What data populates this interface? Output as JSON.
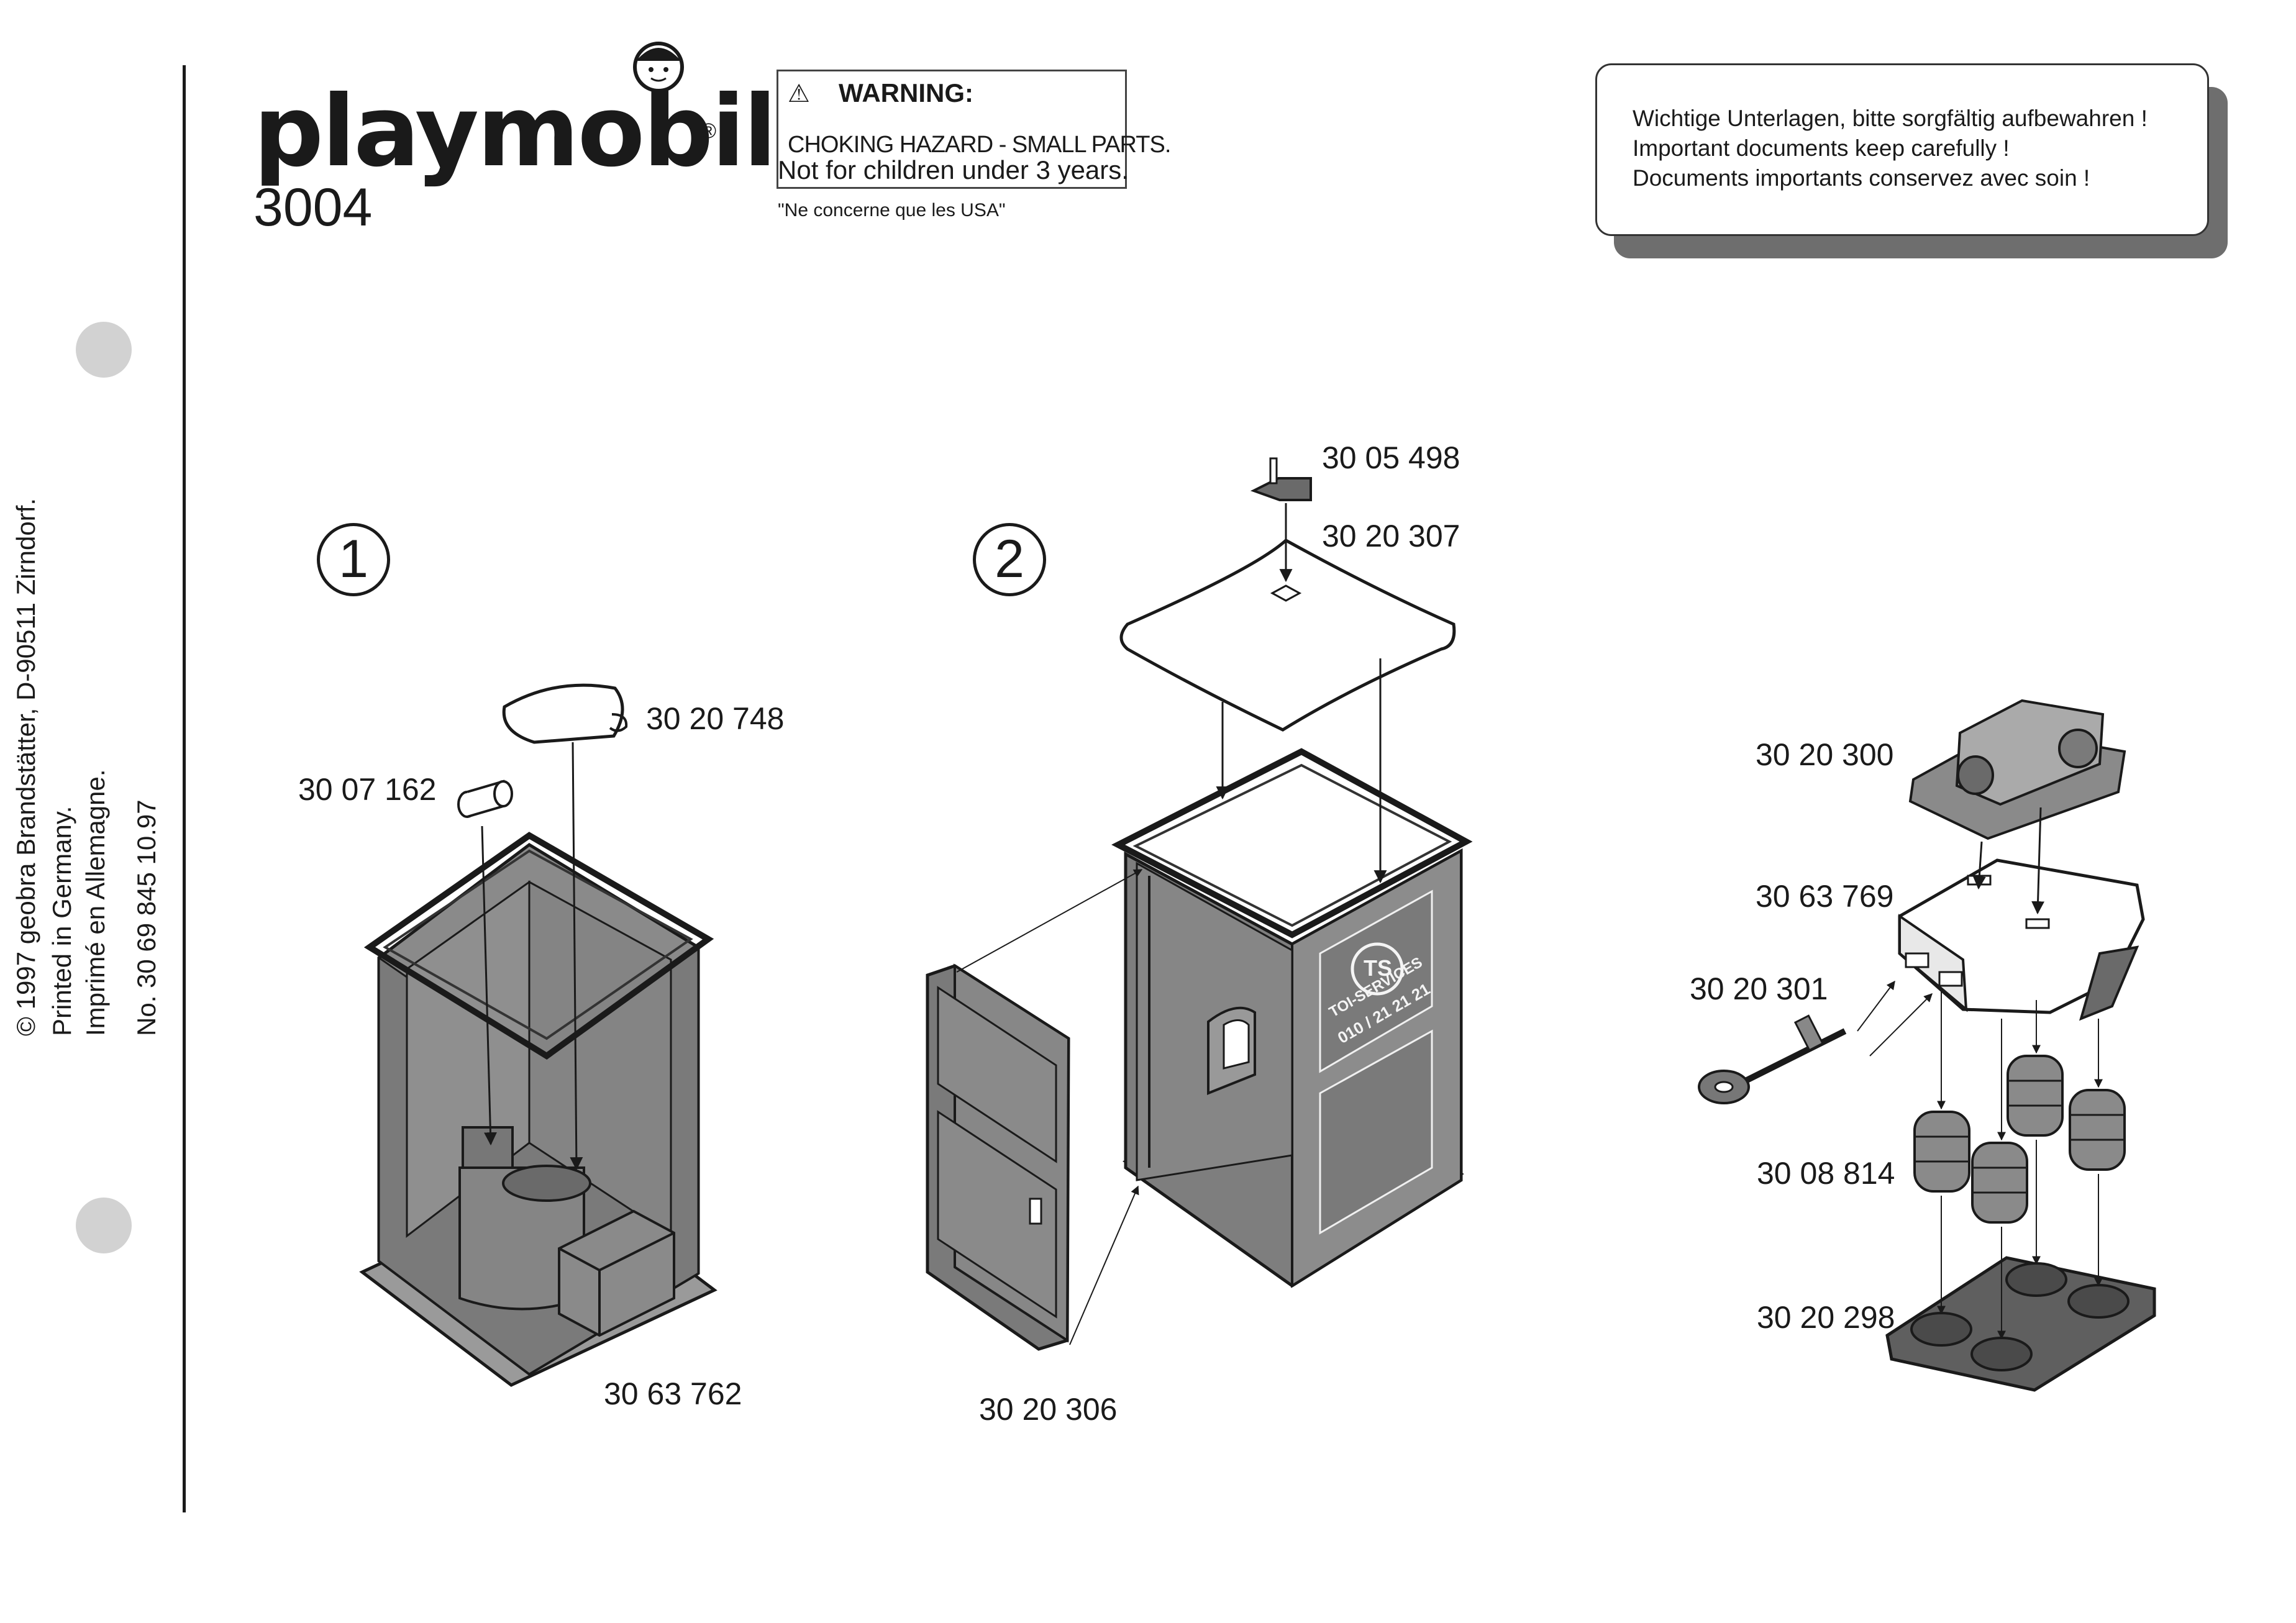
{
  "brand": {
    "logo": "playmobil",
    "registered": "®",
    "product_number": "3004"
  },
  "warning": {
    "symbol": "⚠",
    "title": "WARNING:",
    "line1": "CHOKING HAZARD - SMALL PARTS.",
    "line2": "Not for children under 3 years.",
    "usa_note": "\"Ne concerne que les USA\""
  },
  "documents_note": {
    "de": "Wichtige Unterlagen, bitte sorgfältig aufbewahren !",
    "en": "Important documents keep carefully !",
    "fr": "Documents importants conservez avec soin !"
  },
  "sidebar": {
    "copyright": "© 1997 geobra Brandstätter, D-90511 Zirndorf.",
    "printed_de": "Printed in Germany.",
    "printed_fr": "Imprimé en Allemagne.",
    "doc_number": "No. 30 69 845   10.97"
  },
  "steps": [
    {
      "number": "1",
      "parts": {
        "lid": "30 20 748",
        "roll": "30 07 162",
        "cabin": "30 63 762"
      }
    },
    {
      "number": "2",
      "parts": {
        "clip": "30 05 498",
        "roof": "30 20 307",
        "door": "30 20 306"
      },
      "sign": {
        "logo": "TS",
        "line1": "TOI-SERVICES",
        "line2": "010 / 21 21 21"
      }
    },
    {
      "parts": {
        "pump": "30 20 300",
        "tank": "30 63 769",
        "key": "30 20 301",
        "barrels": "30 08 814",
        "base": "30 20 298"
      }
    }
  ],
  "colors": {
    "ink": "#1a1a1a",
    "part_gray": "#8a8a8a",
    "dark_gray": "#5f5f5f",
    "punch_hole": "#d2d2d2"
  }
}
